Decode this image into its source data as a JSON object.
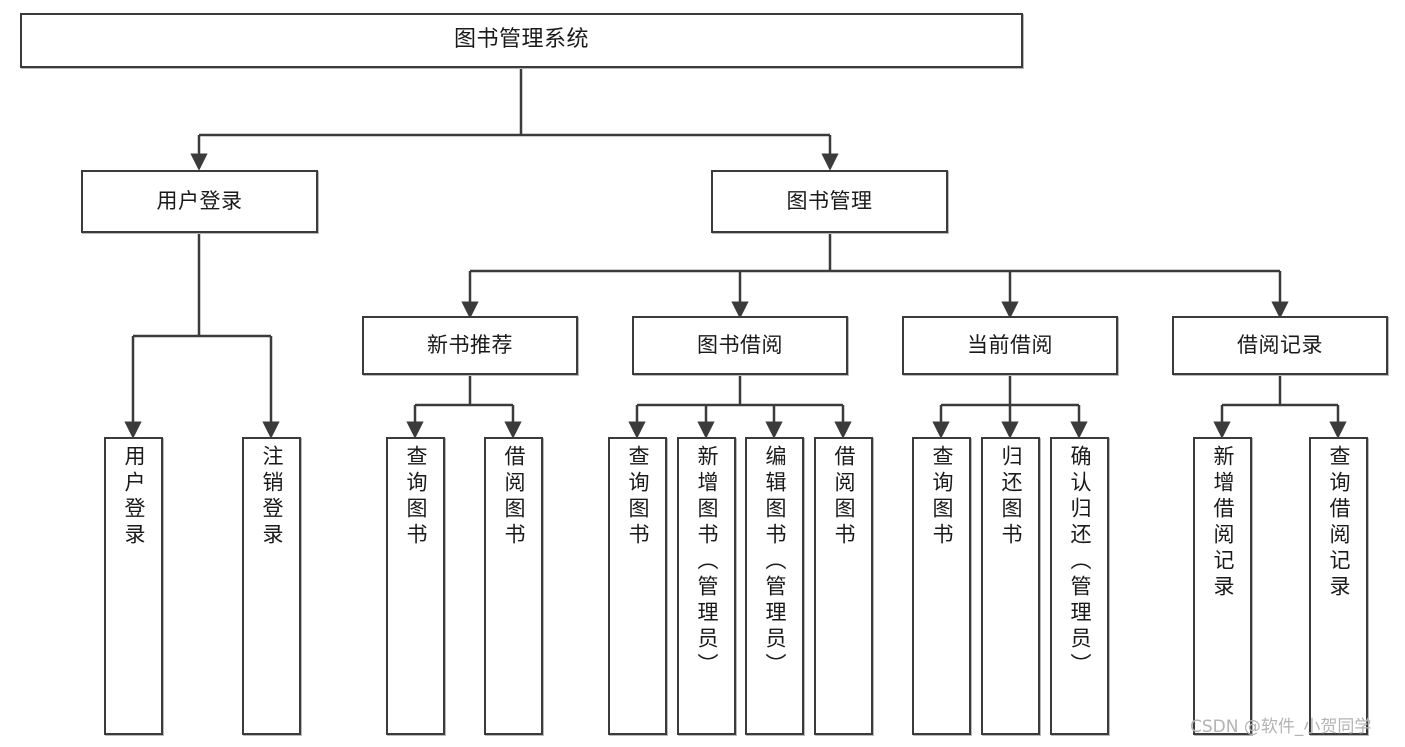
{
  "diagram": {
    "title": "图书管理系统",
    "type": "tree",
    "watermark": "CSDN @软件_小贺同学",
    "colors": {
      "node_border": "#3b3b3b",
      "node_fill": "#ffffff",
      "edge": "#3b3b3b",
      "text": "#1a1a1a",
      "watermark": "#b3b3b3"
    },
    "root": {
      "label": "图书管理系统"
    },
    "level2": [
      {
        "label": "用户登录"
      },
      {
        "label": "图书管理"
      }
    ],
    "level3": [
      {
        "label": "新书推荐"
      },
      {
        "label": "图书借阅"
      },
      {
        "label": "当前借阅"
      },
      {
        "label": "借阅记录"
      }
    ],
    "leaves": [
      {
        "label": "用户登录"
      },
      {
        "label": "注销登录"
      },
      {
        "label": "查询图书"
      },
      {
        "label": "借阅图书"
      },
      {
        "label": "查询图书"
      },
      {
        "label": "新增图书（管理员）"
      },
      {
        "label": "编辑图书（管理员）"
      },
      {
        "label": "借阅图书"
      },
      {
        "label": "查询图书"
      },
      {
        "label": "归还图书"
      },
      {
        "label": "确认归还（管理员）"
      },
      {
        "label": "新增借阅记录"
      },
      {
        "label": "查询借阅记录"
      }
    ]
  }
}
